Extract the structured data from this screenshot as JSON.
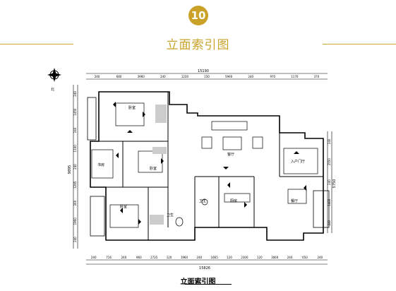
{
  "header": {
    "number": "10",
    "title": "立面索引图",
    "accent_color": "#c9a227"
  },
  "plan": {
    "top_total": "15190",
    "top_dims": [
      "240",
      "660",
      "3960",
      "240",
      "1230",
      "150",
      "5960",
      "240",
      "970",
      "1170",
      "370"
    ],
    "bottom_total": "15826",
    "bottom_dims": [
      "240",
      "716",
      "240",
      "960",
      "2735",
      "120",
      "1960",
      "240",
      "1665",
      "120",
      "2300",
      "120",
      "3060",
      "240",
      "650",
      "240"
    ],
    "left_total": "9895",
    "left_dims": [
      "240",
      "1450",
      "240",
      "1100",
      "240",
      "1295",
      "260",
      "1960",
      "240"
    ],
    "right_dims": [
      "240",
      "2550",
      "240",
      "1460",
      "240"
    ],
    "right_total": "5750",
    "rooms": {
      "bedroom_1": "卧室",
      "bedroom_2": "卧室",
      "bedroom_3": "卧室",
      "study": "书房",
      "living": "客厅",
      "dining": "餐厅",
      "kitchen": "厨房",
      "bath_1": "卫生",
      "bath_2": "卫生",
      "entrance": "入户门厅",
      "compass_label": "北"
    }
  },
  "caption": "立面索引图"
}
